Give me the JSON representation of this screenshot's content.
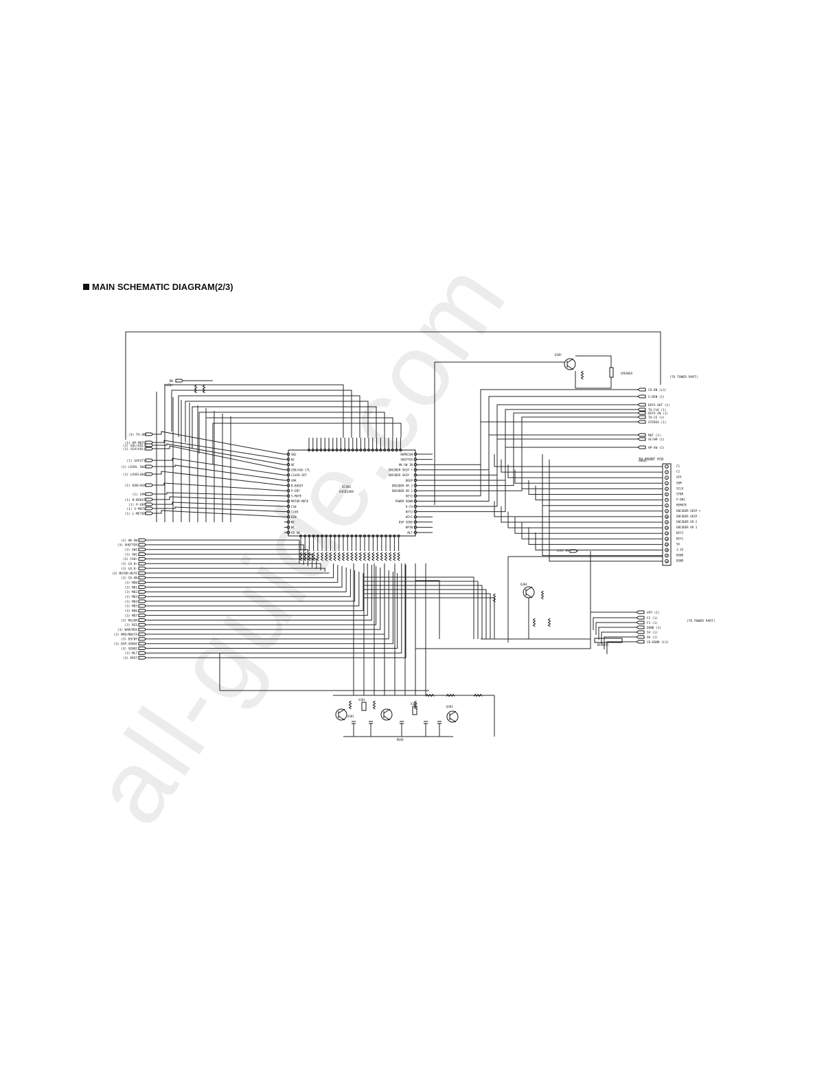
{
  "title": "MAIN SCHEMATIC  DIAGRAM(2/3)",
  "watermark": "all-guide.com",
  "section_labels": {
    "tuner": "(TO TUNER PART)",
    "front": "TO FRONT PCB",
    "power": "(TO POWER PART)"
  },
  "ic_main": {
    "ref": "IC301",
    "part": "S3C8248X"
  },
  "left_signals_top": [
    "(3) TA-ON",
    "(1) HP-MUTE",
    "(1) SOL(VOL)",
    "(1) SCH(VOL)",
    "(1) SAFETY",
    "(1) LEVEL SW2",
    "(1) LEVELSW1",
    "(1) USB/AUX",
    "(1) SPK",
    "(1) B-BOOST",
    "(1) P-ENT",
    "(1) S-MUTE",
    "(1) L-METER"
  ],
  "left_signals_bottom": [
    "(3) HK-SW",
    "(3) SHUTTER",
    "(3) SW2",
    "(3) SW1",
    "(3) CA8+",
    "(3) LD_8+",
    "(3) LD_8-",
    "(3) MOTOR-MUTE",
    "(3) CD-ON",
    "(3) MD0",
    "(3) MD1",
    "(3) MD2",
    "(3) MD3",
    "(3) MD4",
    "(3) MD5",
    "(3) MD6",
    "(3) MD7",
    "(3) MAJOR",
    "(3) RES",
    "(3) WAM/MCK",
    "(3) MPD/MDATA",
    "(3) DSCNT",
    "(3) DSP-SENSE",
    "(3) SENSE",
    "(3) MLT",
    "(3) XRST"
  ],
  "right_signals_top": [
    "CD-ON (L3)",
    "S-DEN (1)",
    "DATA OUT (1)",
    "TU-CLK (1)",
    "DATA-IN (1)",
    "TU-CE (1)",
    "STEREO (1)",
    "MUT (1)",
    "AF/HM (1)",
    "HP-SW (1)"
  ],
  "front_connector": {
    "ref": "CN301",
    "pins": [
      "F1",
      "F2",
      "VFP",
      "SDM",
      "SCLK",
      "STBR",
      "P-ON1",
      "REMOTE",
      "ENCODER SKIP +",
      "ENCODER SKIP -",
      "ENCODER VR 2",
      "ENCODER VR 1",
      "KEY2",
      "KEY1",
      "5V",
      "3.3V",
      "DGND",
      "DGND"
    ]
  },
  "right_signals_bottom": [
    "VFP (1)",
    "F2 (1)",
    "F1 (1)",
    "DGND (1)",
    "5V (1)",
    "9V (1)",
    "CD-DGND (L3)"
  ],
  "ic_pins_left": [
    "SW2",
    "NC",
    "NC",
    "USB/AUX CTL",
    "CLOCK-SET",
    "SPK",
    "B-BOOST",
    "P-ENT",
    "S-MUTE",
    "MOTOR-MUTE",
    "CS0",
    "CL08",
    "DIN",
    "NC",
    "NC",
    "CD-ON"
  ],
  "ic_pins_right": [
    "REMOCON",
    "SHUTTER",
    "HK-SW IN",
    "ENCODER SKIP +",
    "ENCODER SKIP -",
    "BEEP",
    "ENCODER VR 2",
    "ENCODER VR 1",
    "KEY2",
    "POWER DOWN",
    "D-FO",
    "KEY2",
    "KEY1",
    "DSP SENS",
    "NPIN",
    "MLT"
  ],
  "components": {
    "q301": "Q301",
    "q303": "Q303",
    "q304": "Q304",
    "q305": "Q305",
    "x301": "X301",
    "x302": "X302",
    "speaker": "SPEAKER",
    "bead1": "BEAD(A)",
    "bead2": "BEAD"
  },
  "misc_labels": {
    "dn": "DN",
    "led": "(LED)",
    "v9": "(L3)  9V"
  }
}
